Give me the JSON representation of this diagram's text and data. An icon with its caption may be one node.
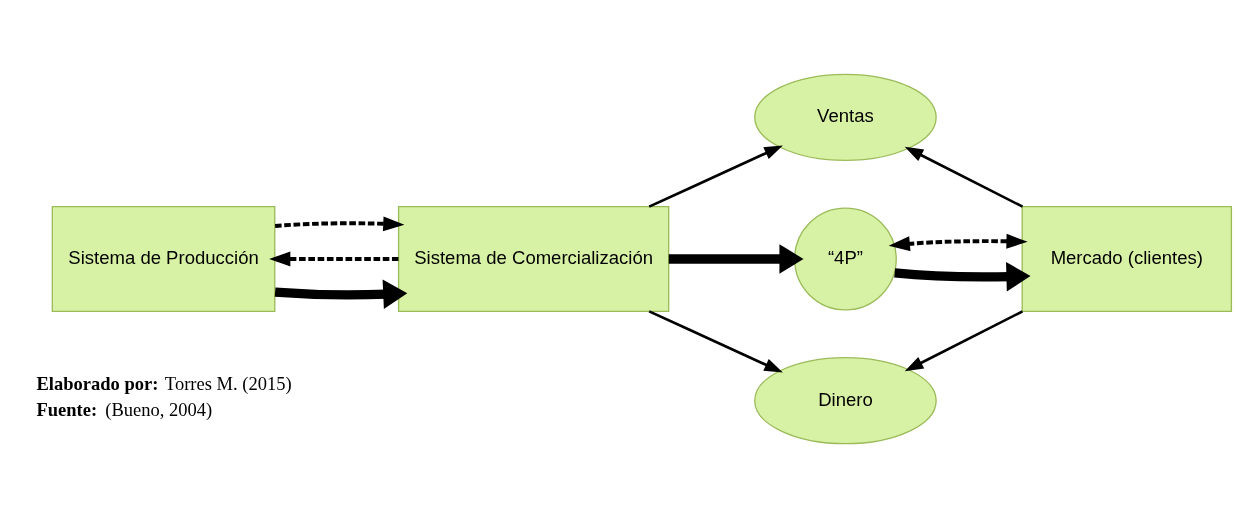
{
  "diagram": {
    "nodes": [
      {
        "text": [
          "Sistema de Producción"
        ]
      },
      {
        "text": [
          "Sistema de Comercialización"
        ]
      },
      {
        "text": [
          "“4P”"
        ]
      },
      {
        "text": [
          "Mercado (clientes)"
        ]
      },
      {
        "text": [
          "Ventas"
        ]
      },
      {
        "text": [
          "Dinero"
        ]
      }
    ],
    "edges": [
      {
        "from": 1,
        "to": 0,
        "arrow": "to",
        "style": "dashed"
      },
      {
        "from": 0,
        "to": 1,
        "arrow": "to",
        "style": "thick"
      },
      {
        "from": 0,
        "to": 1,
        "arrow": "to",
        "style": "dashed"
      },
      {
        "from": 1,
        "to": 2,
        "arrow": "to",
        "style": "thick"
      },
      {
        "from": 2,
        "to": 3,
        "arrow": "to",
        "style": "thick"
      },
      {
        "from": 2,
        "to": 3,
        "arrow": "both",
        "style": "dashed"
      },
      {
        "from": 1,
        "to": 4,
        "arrow": "to"
      },
      {
        "from": 3,
        "to": 4,
        "arrow": "to"
      },
      {
        "from": 1,
        "to": 5,
        "arrow": "to"
      },
      {
        "from": 3,
        "to": 5,
        "arrow": "to"
      }
    ],
    "labels": [
      "**Elaborado por:** Torres M. (2015)",
      "**Fuente:** (Bueno, 2004)"
    ]
  }
}
